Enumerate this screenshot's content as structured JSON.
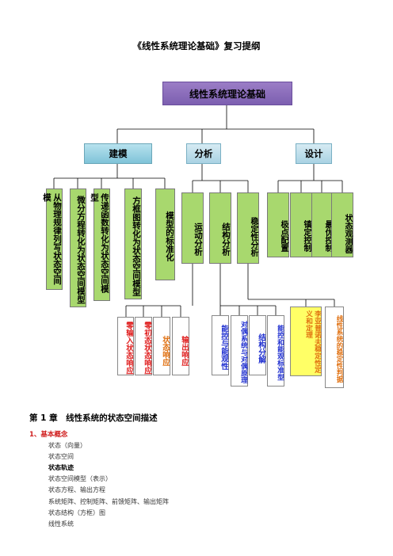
{
  "doc_title": "《线性系统理论基础》复习提纲",
  "root": "线性系统理论基础",
  "level1": [
    "建模",
    "分析",
    "设计"
  ],
  "level2": [
    "从物理规律列写状态空间模",
    "微分方程转化为状态空间模型",
    "传递函数转化为状态空间模型",
    "方框图转化为状态空间模型",
    "模型的标准化",
    "运动分析",
    "结构分析",
    "稳定性分析",
    "极点配置",
    "镇定控制",
    "最优控制",
    "状态观测器"
  ],
  "level3_motion": [
    "零输入状态响应",
    "零初态状态响应",
    "状态响应",
    "输出响应"
  ],
  "level3_struct": [
    "能控与能观性",
    "对偶系统与对偶原理",
    "结构分解",
    "能控和能观标准型"
  ],
  "level3_stab": [
    "李亚普诺夫稳定性定义和定理",
    "线性系统的稳定性判据"
  ],
  "chapter": "第 1 章　线性系统的状态空间描述",
  "subsection": "1、基本概念",
  "items": [
    {
      "text": "状态（向量）",
      "bold": false
    },
    {
      "text": "状态空间",
      "bold": false
    },
    {
      "text": "状态轨迹",
      "bold": true
    },
    {
      "text": "状态空间模型（表示）",
      "bold": false
    },
    {
      "text": "状态方程、输出方程",
      "bold": false
    },
    {
      "text": "系统矩阵、控制矩阵、前馈矩阵、输出矩阵",
      "bold": false
    },
    {
      "text": "状态结构（方框）图",
      "bold": false
    },
    {
      "text": "线性系统",
      "bold": false
    }
  ],
  "colors": {
    "root_fill": "#8b6dbb",
    "level1_fill": "#8fcfe0",
    "level1_fill_alt": "#b9dbe8",
    "level2_fill": "#a8d86e",
    "red_text": "#e02020",
    "blue_text": "#1f2fd0",
    "orange_text": "#e07010",
    "orange_fill": "#ffff66"
  }
}
